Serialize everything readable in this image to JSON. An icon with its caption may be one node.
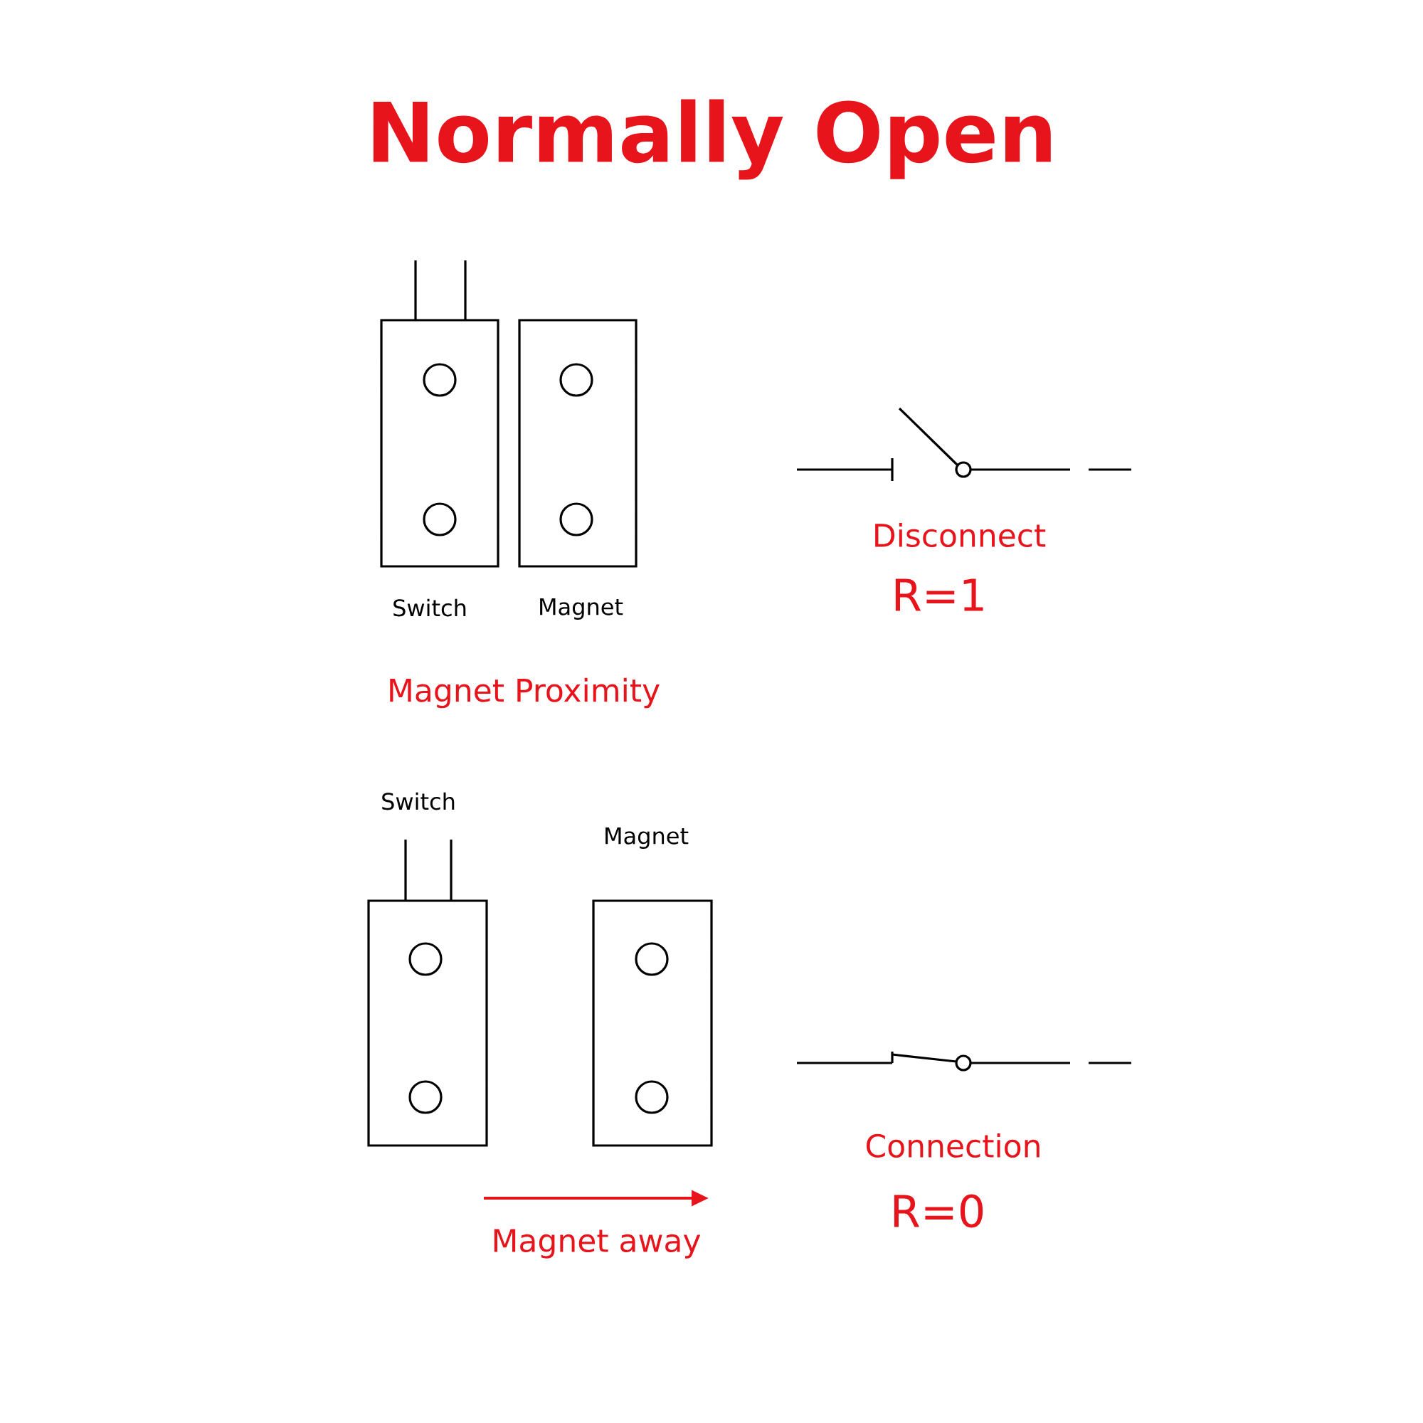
{
  "diagram": {
    "title": "Normally Open",
    "labels": [
      "Switch",
      "Magnet",
      "Disconnect",
      "R=1",
      "Magnet Proximity",
      "Switch",
      "Magnet",
      "Connection",
      "R=0",
      "Magnet away"
    ]
  }
}
